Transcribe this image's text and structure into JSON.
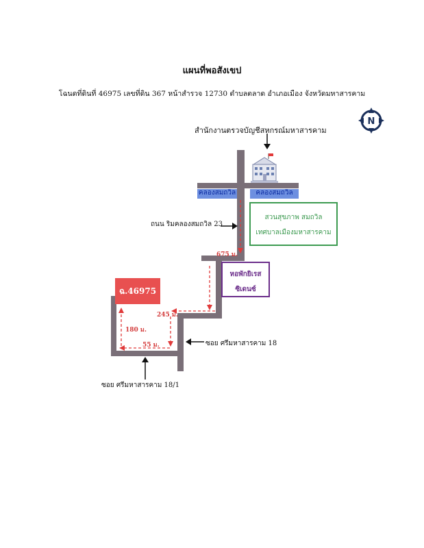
{
  "title": "แผนที่พอสังเขป",
  "subtitle": "โฉนดที่ดินที่ 46975 เลขที่ดิน 367 หน้าสำรวจ 12730 ตำบลตลาด อำเภอเมือง จังหวัดมหาสารคาม",
  "compass": {
    "letter": "N",
    "icon": "compass-icon"
  },
  "landmarks": {
    "office": "สำนักงานตรวจบัญชีสหกรณ์มหาสารคาม",
    "canal_left": "คลองสมถวิล",
    "canal_right": "คลองสมถวิล",
    "park_line1": "สวนสุขภาพ สมถวิล",
    "park_line2": "เทศบาลเมืองมหาสารคาม",
    "dorm_line1": "หอพักยิเรส",
    "dorm_line2": "ซิเดนซ์",
    "plot": "ฉ.46975"
  },
  "roads": {
    "road_canal": "ถนน ริมคลองสมถวิล 23",
    "soi_18": "ซอย ศรีมหาสารคาม 18",
    "soi_18_1": "ซอย ศรีมหาสารคาม 18/1"
  },
  "distances": {
    "d675": "675 ม.",
    "d245": "245 ม.",
    "d180": "180 ม.",
    "d55": "55 ม."
  },
  "colors": {
    "road": "#7a6f78",
    "canal": "#6d8fe0",
    "park_border": "#3c9a50",
    "dorm_border": "#6b2d8a",
    "plot": "#e85050",
    "route": "#e03a3a"
  }
}
